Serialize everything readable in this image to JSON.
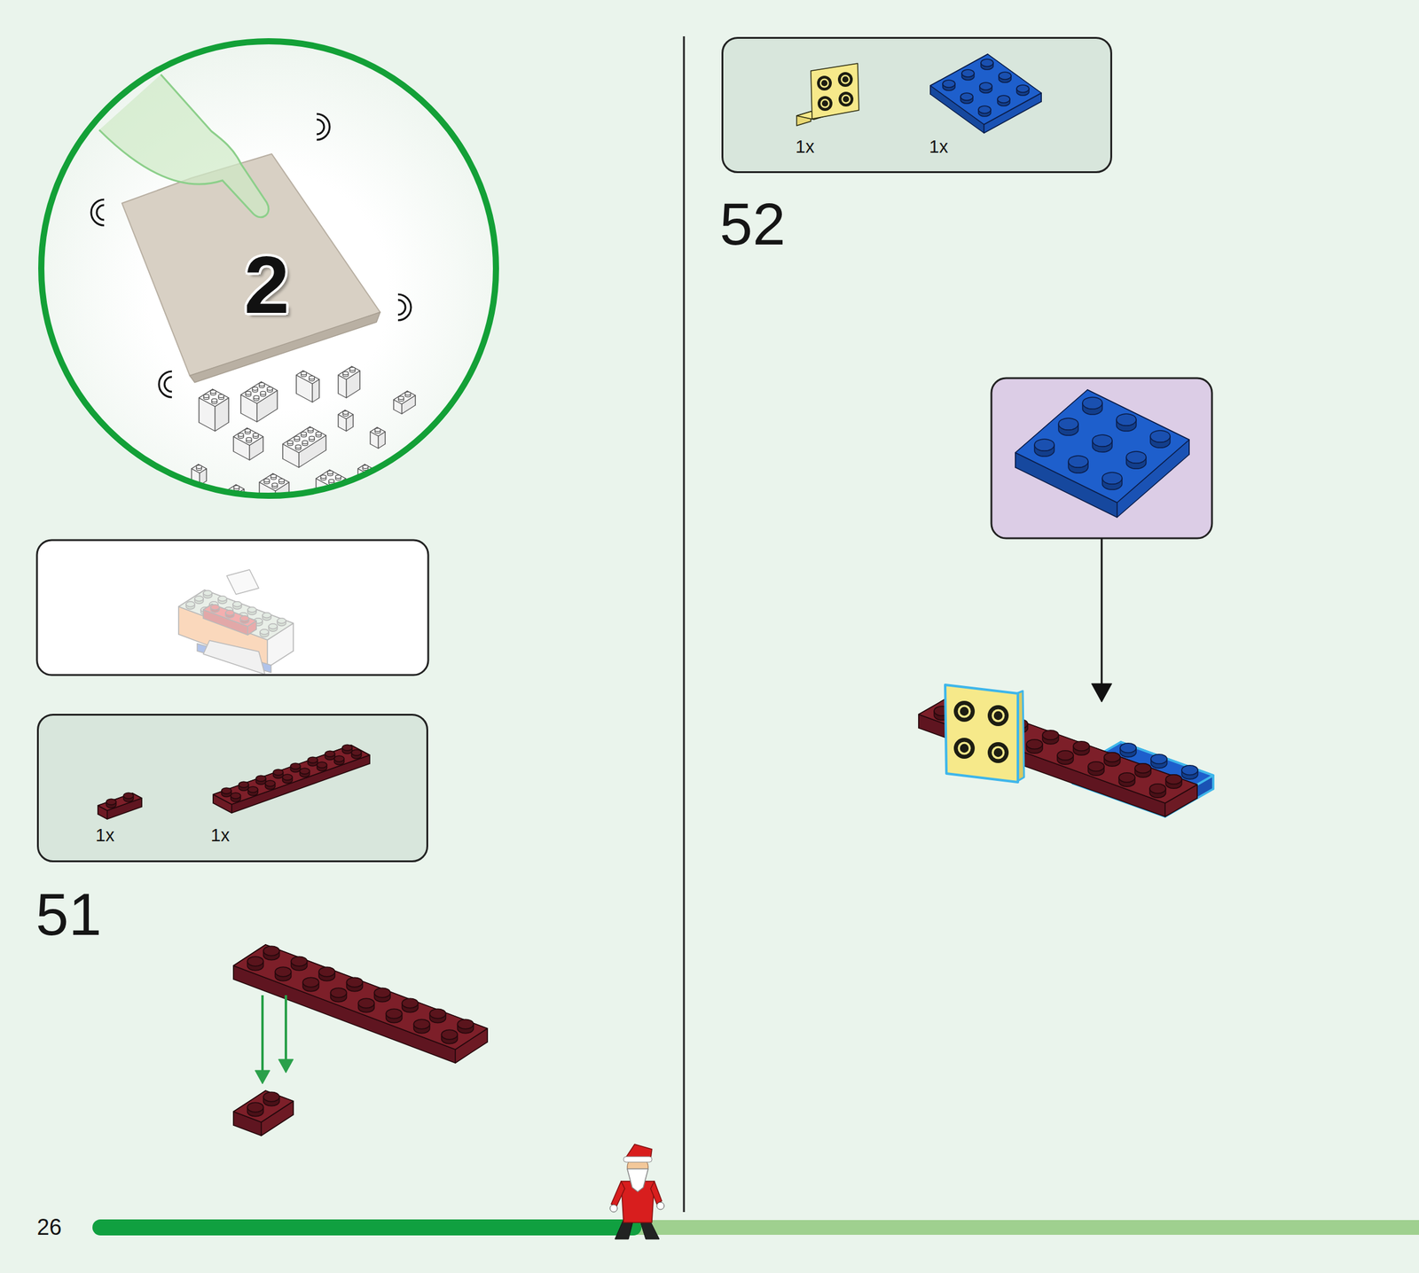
{
  "diagram": {
    "nodes": [
      {
        "text": [
          "2"
        ]
      },
      {
        "text": [
          "1x",
          "1x"
        ]
      },
      {
        "text": [
          "1x",
          "1x"
        ]
      }
    ],
    "labels": [
      "51",
      "52",
      "26"
    ]
  }
}
